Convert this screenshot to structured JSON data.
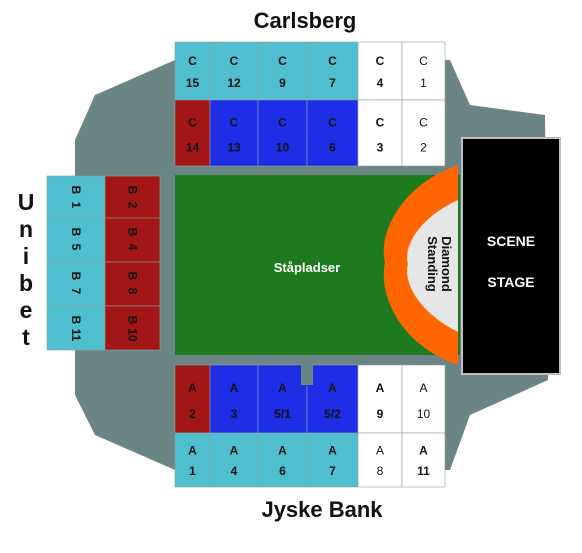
{
  "stands": {
    "north": "Carlsberg",
    "south": "Jyske Bank",
    "west_letters": [
      "U",
      "n",
      "i",
      "b",
      "e",
      "t"
    ]
  },
  "areas": {
    "field": "Ståpladser",
    "diamond_line1": "Diamond",
    "diamond_line2": "Standing",
    "stage_line1": "SCENE",
    "stage_line2": "STAGE"
  },
  "colors": {
    "ring": "#6b8585",
    "field": "#1e7a1e",
    "teal": "#4fbfcf",
    "white": "#ffffff",
    "red": "#a31616",
    "blue": "#1d2ee6",
    "orange": "#ff6600",
    "stage": "#000000",
    "diamond": "#e6e6e6"
  },
  "sections": {
    "north_top": [
      {
        "letter": "C",
        "number": "15",
        "style": "teal"
      },
      {
        "letter": "C",
        "number": "12",
        "style": "teal"
      },
      {
        "letter": "C",
        "number": "9",
        "style": "teal"
      },
      {
        "letter": "C",
        "number": "7",
        "style": "teal"
      },
      {
        "letter": "C",
        "number": "4",
        "style": "white"
      },
      {
        "letter": "C",
        "number": "1",
        "style": "whitelight"
      }
    ],
    "north_bottom": [
      {
        "letter": "C",
        "number": "14",
        "style": "red"
      },
      {
        "letter": "C",
        "number": "13",
        "style": "blue"
      },
      {
        "letter": "C",
        "number": "10",
        "style": "blue"
      },
      {
        "letter": "C",
        "number": "6",
        "style": "blue"
      },
      {
        "letter": "C",
        "number": "3",
        "style": "white"
      },
      {
        "letter": "C",
        "number": "2",
        "style": "whitelight"
      }
    ],
    "west_outer": [
      {
        "letter": "B",
        "number": "1"
      },
      {
        "letter": "B",
        "number": "5"
      },
      {
        "letter": "B",
        "number": "7"
      },
      {
        "letter": "B",
        "number": "11"
      }
    ],
    "west_inner": [
      {
        "letter": "B",
        "number": "2"
      },
      {
        "letter": "B",
        "number": "4"
      },
      {
        "letter": "B",
        "number": "8"
      },
      {
        "letter": "B",
        "number": "10"
      }
    ],
    "south_top": [
      {
        "letter": "A",
        "number": "2",
        "style": "red"
      },
      {
        "letter": "A",
        "number": "3",
        "style": "blue"
      },
      {
        "letter": "A",
        "number": "5/1",
        "style": "blue"
      },
      {
        "letter": "A",
        "number": "5/2",
        "style": "blue"
      },
      {
        "letter": "A",
        "number": "9",
        "style": "white"
      },
      {
        "letter": "A",
        "number": "10",
        "style": "whitelight"
      }
    ],
    "south_bottom": [
      {
        "letter": "A",
        "number": "1",
        "style": "teal"
      },
      {
        "letter": "A",
        "number": "4",
        "style": "teal"
      },
      {
        "letter": "A",
        "number": "6",
        "style": "teal"
      },
      {
        "letter": "A",
        "number": "7",
        "style": "teal"
      },
      {
        "letter": "A",
        "number": "8",
        "style": "whitelight"
      },
      {
        "letter": "A",
        "number": "11",
        "style": "white"
      }
    ]
  }
}
